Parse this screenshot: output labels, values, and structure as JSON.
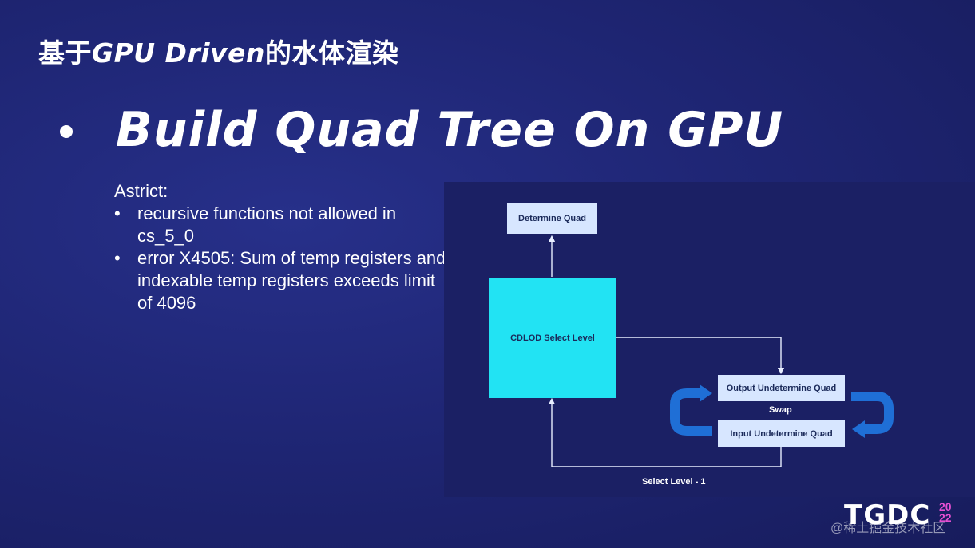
{
  "slide": {
    "title_prefix": "基于",
    "title_latin": "GPU Driven",
    "title_suffix": "的水体渲染",
    "heading": "Build Quad Tree On GPU"
  },
  "astrict": {
    "label": "Astrict:",
    "items": [
      "recursive functions not allowed in cs_5_0",
      "error X4505: Sum of temp registers and indexable temp registers exceeds limit of 4096"
    ]
  },
  "diagram": {
    "determine_quad": "Determine Quad",
    "cdlod_select_level": "CDLOD Select Level",
    "output_undetermine_quad": "Output Undetermine Quad",
    "swap": "Swap",
    "input_undetermine_quad": "Input Undetermine Quad",
    "select_level_minus_one": "Select Level - 1",
    "colors": {
      "cyan_box": "#22e3f3",
      "light_box": "#d7e6ff",
      "swap_arrow": "#1f6fd6"
    }
  },
  "branding": {
    "logo": "TGDC",
    "year_top": "20",
    "year_bottom": "22",
    "watermark": "@稀土掘金技术社区"
  }
}
